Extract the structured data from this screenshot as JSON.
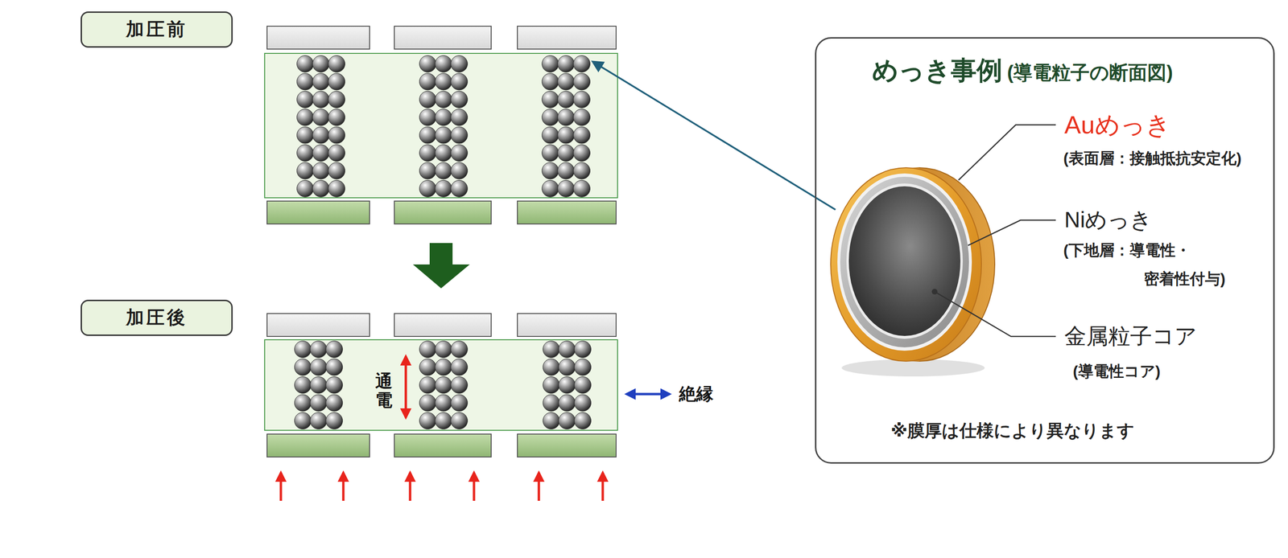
{
  "diagram": {
    "nodes": [
      {
        "text": [
          "加圧前"
        ]
      },
      {
        "text": [
          "加圧後"
        ]
      },
      {
        "text": [
          "めっき事例",
          "(導電粒子の断面図)",
          "※膜厚は仕様により異なります"
        ]
      }
    ],
    "labels": [
      "通電",
      "絶縁",
      "Auめっき",
      "(表面層：接触抵抗安定化)",
      "Niめっき",
      "(下地層：導電性・ 密着性付与)",
      "金属粒子コア",
      "(導電性コア)"
    ]
  }
}
